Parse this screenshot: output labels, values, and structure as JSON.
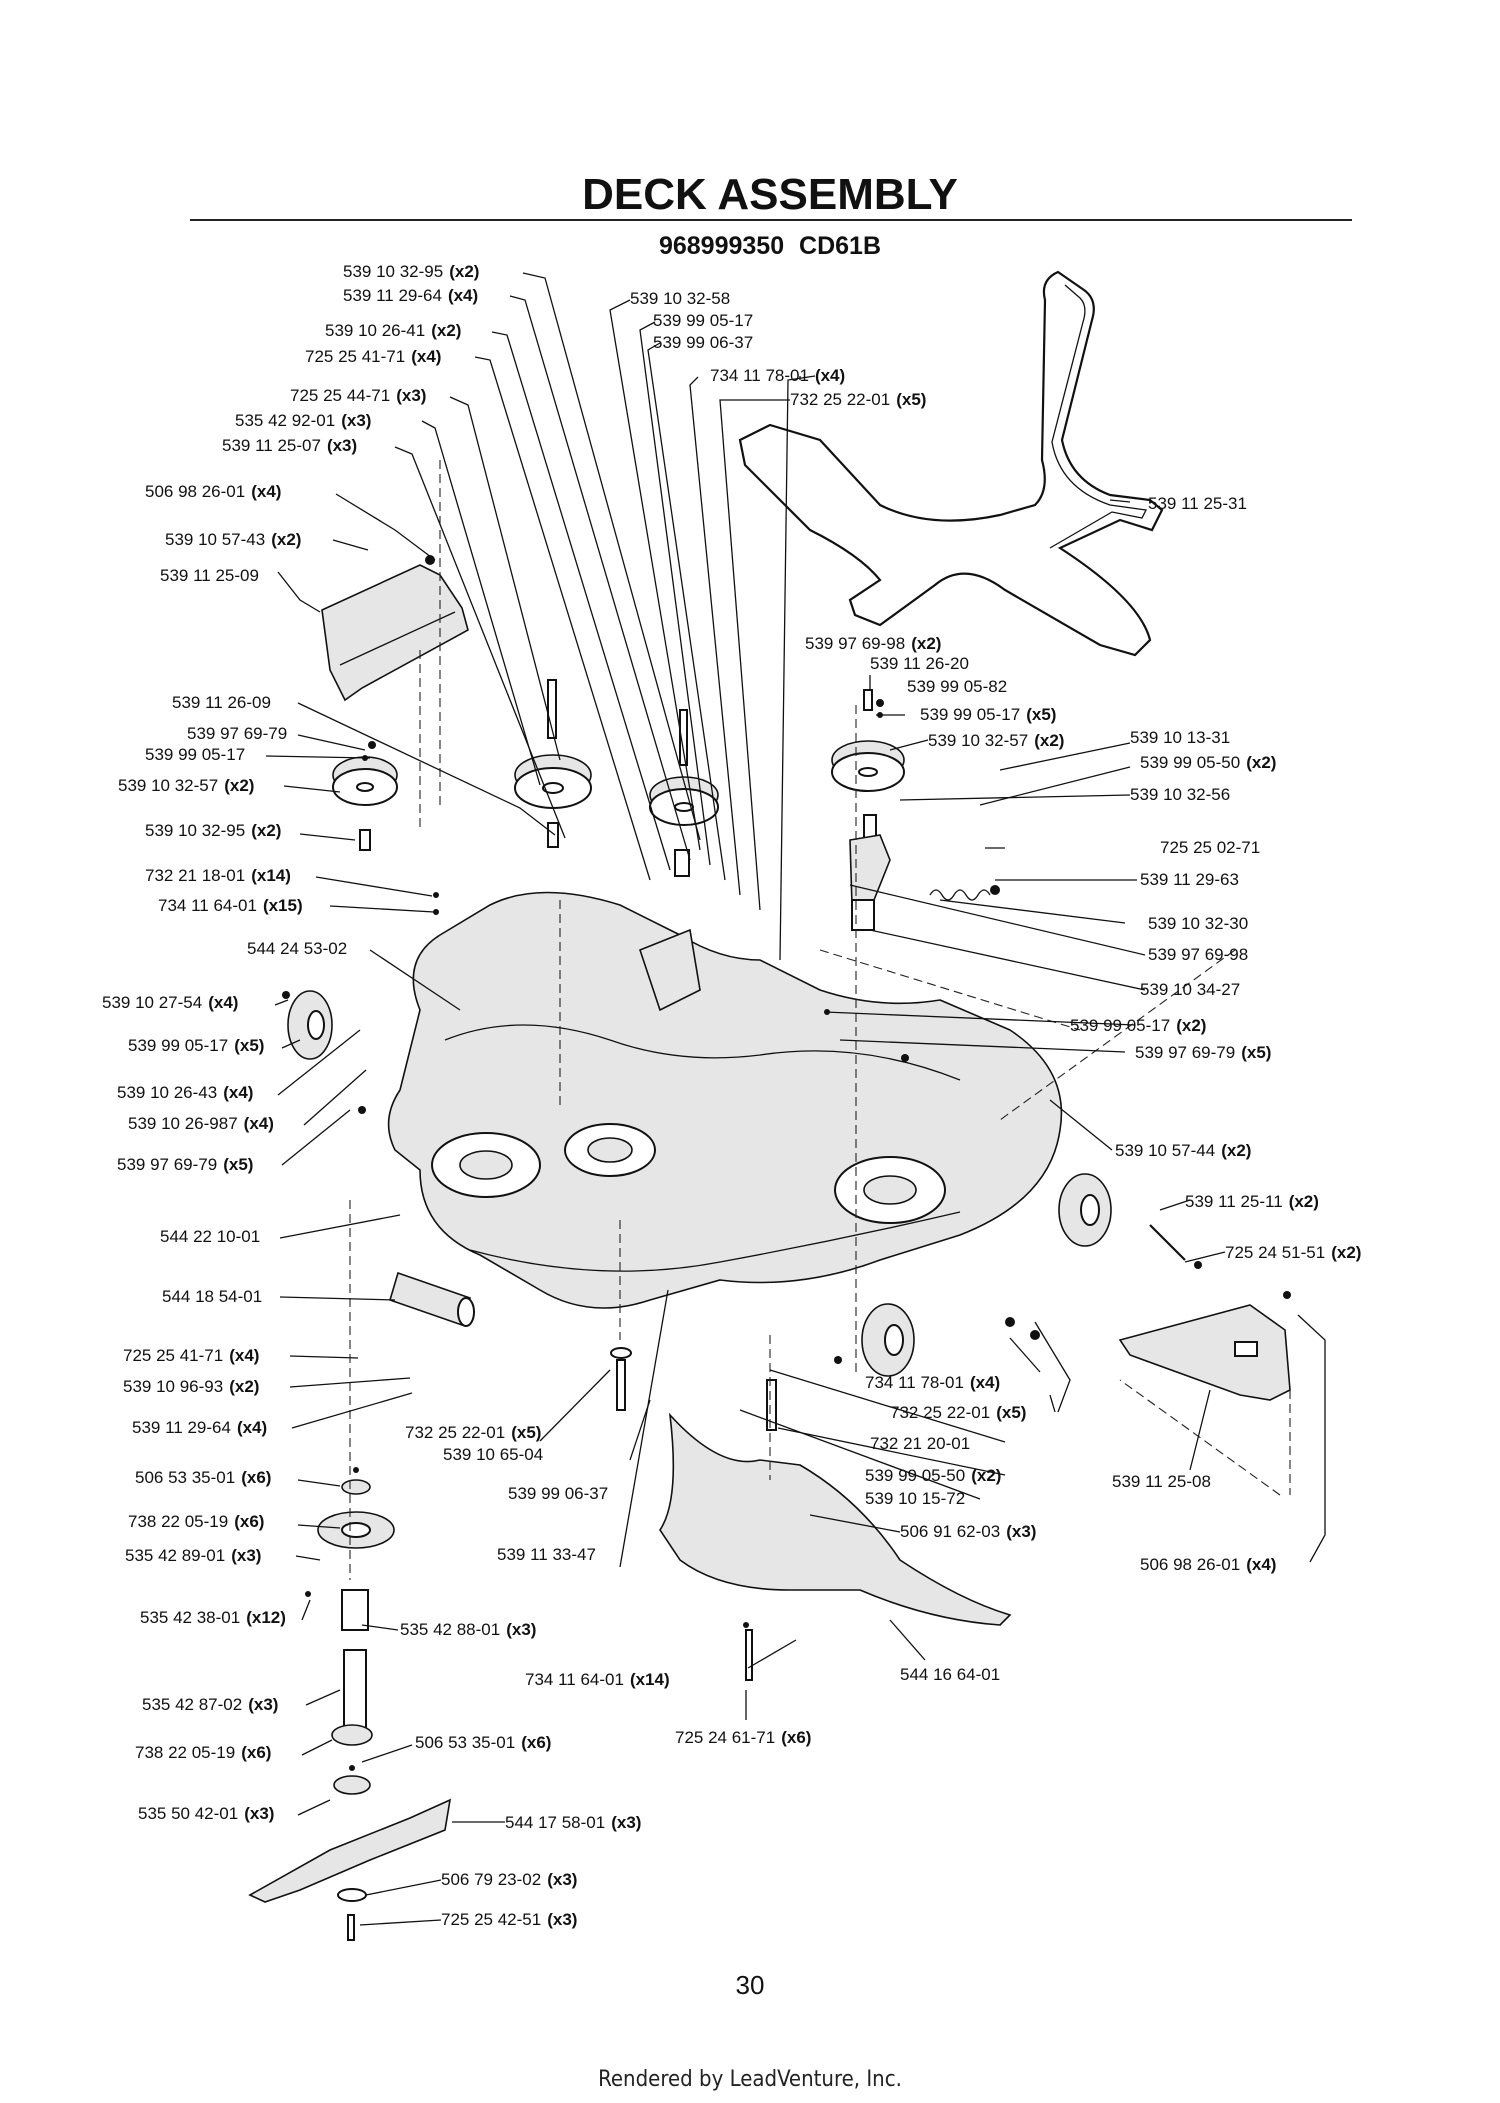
{
  "header": {
    "title": "DECK ASSEMBLY",
    "model": "968999350  CD61B"
  },
  "page_number": "30",
  "footer": "Rendered by LeadVenture, Inc.",
  "labels": [
    {
      "part": "539 10 32-95",
      "qty": "(x2)"
    },
    {
      "part": "539 11 29-64",
      "qty": "(x4)"
    },
    {
      "part": "539 10 26-41",
      "qty": "(x2)"
    },
    {
      "part": "725 25 41-71",
      "qty": "(x4)"
    },
    {
      "part": "725 25 44-71",
      "qty": "(x3)"
    },
    {
      "part": "535 42 92-01",
      "qty": "(x3)"
    },
    {
      "part": "539 11 25-07",
      "qty": "(x3)"
    },
    {
      "part": "506 98 26-01",
      "qty": "(x4)"
    },
    {
      "part": "539 10 57-43",
      "qty": "(x2)"
    },
    {
      "part": "539 11 25-09",
      "qty": ""
    },
    {
      "part": "539 11 26-09",
      "qty": ""
    },
    {
      "part": "539 97 69-79",
      "qty": ""
    },
    {
      "part": "539 99 05-17",
      "qty": ""
    },
    {
      "part": "539 10 32-57",
      "qty": "(x2)"
    },
    {
      "part": "539 10 32-95",
      "qty": "(x2)"
    },
    {
      "part": "732 21 18-01",
      "qty": "(x14)"
    },
    {
      "part": "734 11 64-01",
      "qty": "(x15)"
    },
    {
      "part": "544 24 53-02",
      "qty": ""
    },
    {
      "part": "539 10 27-54",
      "qty": "(x4)"
    },
    {
      "part": "539 99 05-17",
      "qty": "(x5)"
    },
    {
      "part": "539 10 26-43",
      "qty": "(x4)"
    },
    {
      "part": "539 10 26-987",
      "qty": "(x4)"
    },
    {
      "part": "539 97 69-79",
      "qty": "(x5)"
    },
    {
      "part": "544 22 10-01",
      "qty": ""
    },
    {
      "part": "544 18 54-01",
      "qty": ""
    },
    {
      "part": "725 25 41-71",
      "qty": "(x4)"
    },
    {
      "part": "539 10 96-93",
      "qty": "(x2)"
    },
    {
      "part": "539 11 29-64",
      "qty": "(x4)"
    },
    {
      "part": "506 53 35-01",
      "qty": "(x6)"
    },
    {
      "part": "738 22 05-19",
      "qty": "(x6)"
    },
    {
      "part": "535 42 89-01",
      "qty": "(x3)"
    },
    {
      "part": "535 42 38-01",
      "qty": "(x12)"
    },
    {
      "part": "535 42 87-02",
      "qty": "(x3)"
    },
    {
      "part": "738 22 05-19",
      "qty": "(x6)"
    },
    {
      "part": "535 50 42-01",
      "qty": "(x3)"
    },
    {
      "part": "539 10 32-58",
      "qty": ""
    },
    {
      "part": "539 99 05-17",
      "qty": ""
    },
    {
      "part": "539 99 06-37",
      "qty": ""
    },
    {
      "part": "734 11 78-01",
      "qty": "(x4)"
    },
    {
      "part": "732 25 22-01",
      "qty": "(x5)"
    },
    {
      "part": "539 11 25-31",
      "qty": ""
    },
    {
      "part": "539 97 69-98",
      "qty": "(x2)"
    },
    {
      "part": "539 11 26-20",
      "qty": ""
    },
    {
      "part": "539 99 05-82",
      "qty": ""
    },
    {
      "part": "539 99 05-17",
      "qty": "(x5)"
    },
    {
      "part": "539 10 32-57",
      "qty": "(x2)"
    },
    {
      "part": "539 10 13-31",
      "qty": ""
    },
    {
      "part": "539 99 05-50",
      "qty": "(x2)"
    },
    {
      "part": "539 10 32-56",
      "qty": ""
    },
    {
      "part": "725 25 02-71",
      "qty": ""
    },
    {
      "part": "539 11 29-63",
      "qty": ""
    },
    {
      "part": "539 10 32-30",
      "qty": ""
    },
    {
      "part": "539 97 69-98",
      "qty": ""
    },
    {
      "part": "539 10 34-27",
      "qty": ""
    },
    {
      "part": "539 99 05-17",
      "qty": "(x2)"
    },
    {
      "part": "539 97 69-79",
      "qty": "(x5)"
    },
    {
      "part": "539 10 57-44",
      "qty": "(x2)"
    },
    {
      "part": "539 11 25-11",
      "qty": "(x2)"
    },
    {
      "part": "725 24 51-51",
      "qty": "(x2)"
    },
    {
      "part": "734 11 78-01",
      "qty": "(x4)"
    },
    {
      "part": "732 25 22-01",
      "qty": "(x5)"
    },
    {
      "part": "732 21 20-01",
      "qty": ""
    },
    {
      "part": "539 99 05-50",
      "qty": "(x2)"
    },
    {
      "part": "539 10 15-72",
      "qty": ""
    },
    {
      "part": "506 91 62-03",
      "qty": "(x3)"
    },
    {
      "part": "539 11 25-08",
      "qty": ""
    },
    {
      "part": "506 98 26-01",
      "qty": "(x4)"
    },
    {
      "part": "732 25 22-01",
      "qty": "(x5)"
    },
    {
      "part": "539 10 65-04",
      "qty": ""
    },
    {
      "part": "539 99 06-37",
      "qty": ""
    },
    {
      "part": "539 11 33-47",
      "qty": ""
    },
    {
      "part": "535 42 88-01",
      "qty": "(x3)"
    },
    {
      "part": "734 11 64-01",
      "qty": "(x14)"
    },
    {
      "part": "725 24 61-71",
      "qty": "(x6)"
    },
    {
      "part": "544 16 64-01",
      "qty": ""
    },
    {
      "part": "506 53 35-01",
      "qty": "(x6)"
    },
    {
      "part": "544 17 58-01",
      "qty": "(x3)"
    },
    {
      "part": "506 79 23-02",
      "qty": "(x3)"
    },
    {
      "part": "725 25 42-51",
      "qty": "(x3)"
    }
  ]
}
